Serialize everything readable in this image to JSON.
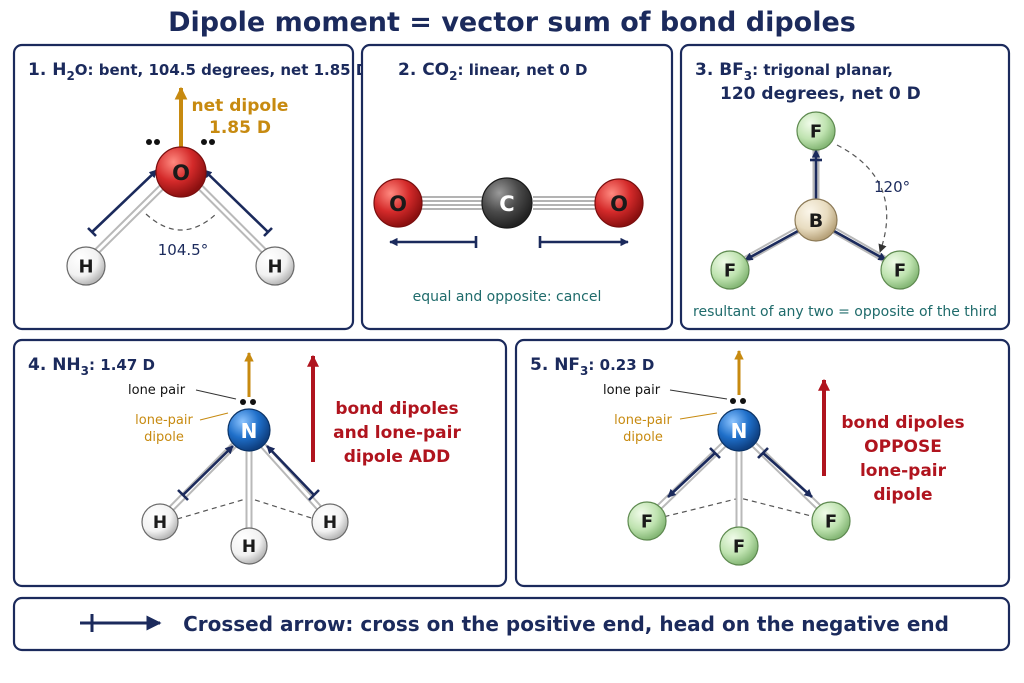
{
  "title": "Dipole moment = vector sum of bond dipoles",
  "colors": {
    "navy": "#1b2a5c",
    "gold": "#c78a10",
    "red": "#b0141e",
    "teal": "#1f6b6b",
    "oxygen": "#d42a2a",
    "carbon": "#4a4a4a",
    "nitrogen": "#1f6fc9",
    "fluorine": "#bfe3b0",
    "boron": "#e8dcc0",
    "hydrogen": "#f2f2f2"
  },
  "panels": {
    "h2o": {
      "heading_pre": "1. H",
      "heading_sub": "2",
      "heading_post": "O: bent, 104.5 degrees, net 1.85 D",
      "net_label_1": "net dipole",
      "net_label_2": "1.85 D",
      "angle": "104.5°",
      "atoms": {
        "center": "O",
        "left": "H",
        "right": "H"
      }
    },
    "co2": {
      "heading_pre": "2. CO",
      "heading_sub": "2",
      "heading_post": ": linear, net 0 D",
      "note": "equal and opposite: cancel",
      "atoms": {
        "left": "O",
        "center": "C",
        "right": "O"
      }
    },
    "bf3": {
      "heading_pre": "3. BF",
      "heading_sub": "3",
      "heading_post": ": trigonal planar,",
      "heading_line2": "120 degrees, net 0 D",
      "angle": "120°",
      "note": "resultant of any two = opposite of the third",
      "atoms": {
        "center": "B",
        "top": "F",
        "left": "F",
        "right": "F"
      }
    },
    "nh3": {
      "heading_pre": "4. NH",
      "heading_sub": "3",
      "heading_post": ": 1.47 D",
      "lone_pair": "lone pair",
      "lone_pair_dipole_1": "lone-pair",
      "lone_pair_dipole_2": "dipole",
      "effect_1": "bond dipoles",
      "effect_2": "and lone-pair",
      "effect_3": "dipole ADD",
      "atoms": {
        "center": "N",
        "left": "H",
        "bottom": "H",
        "right": "H"
      }
    },
    "nf3": {
      "heading_pre": "5. NF",
      "heading_sub": "3",
      "heading_post": ": 0.23 D",
      "lone_pair": "lone pair",
      "lone_pair_dipole_1": "lone-pair",
      "lone_pair_dipole_2": "dipole",
      "effect_1": "bond dipoles",
      "effect_2": "OPPOSE",
      "effect_3": "lone-pair",
      "effect_4": "dipole",
      "atoms": {
        "center": "N",
        "left": "F",
        "bottom": "F",
        "right": "F"
      }
    }
  },
  "legend": {
    "text": "Crossed arrow: cross on the positive end, head on the negative end"
  }
}
